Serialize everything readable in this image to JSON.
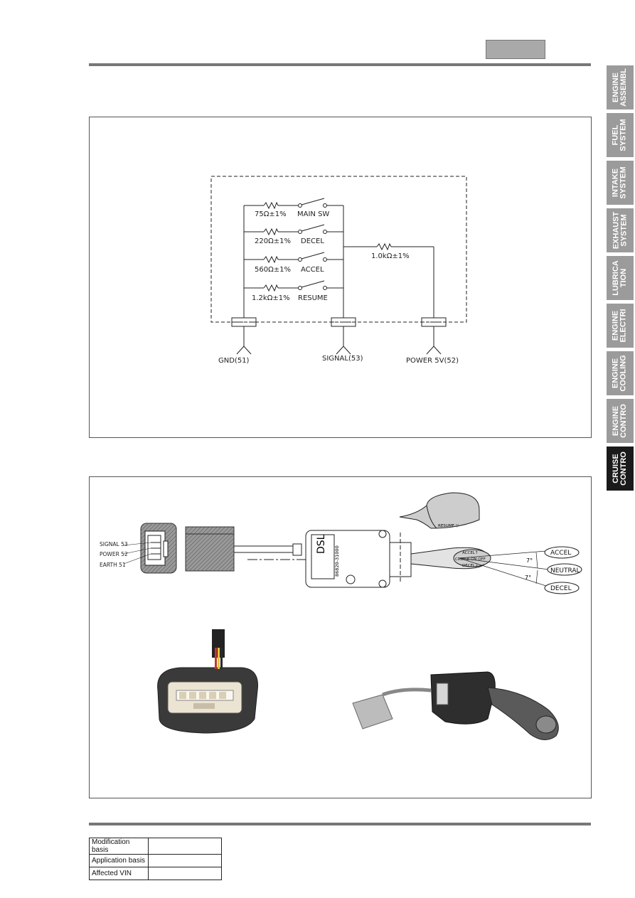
{
  "side_tabs": [
    {
      "label": "ENGINE\nASSEMBL",
      "active": false
    },
    {
      "label": "FUEL\nSYSTEM",
      "active": false
    },
    {
      "label": "INTAKE\nSYSTEM",
      "active": false
    },
    {
      "label": "EXHAUST\nSYSTEM",
      "active": false
    },
    {
      "label": "LUBRICA\nTION",
      "active": false
    },
    {
      "label": "ENGINE\nELECTRI",
      "active": false
    },
    {
      "label": "ENGINE\nCOOLING",
      "active": false
    },
    {
      "label": "ENGINE\nCONTRO",
      "active": false
    },
    {
      "label": "CRUISE\nCONTRO",
      "active": true
    }
  ],
  "circuit": {
    "resistors": [
      "75Ω±1%",
      "220Ω±1%",
      "560Ω±1%",
      "1.2kΩ±1%"
    ],
    "switches": [
      "MAIN SW",
      "DECEL",
      "ACCEL",
      "RESUME"
    ],
    "supply_resistor": "1.0kΩ±1%",
    "terminals": [
      "GND(51)",
      "SIGNAL(53)",
      "POWER 5V(52)"
    ]
  },
  "switch": {
    "pin_labels": [
      "SIGNAL 53",
      "POWER 52",
      "EARTH 51"
    ],
    "lever_positions": [
      "ACCEL",
      "NEUTRAL",
      "DECEL"
    ],
    "lever_text": [
      "ACCEL↑",
      "CRUISE ON·OFF",
      "DECEL↓"
    ],
    "resume_label": "RESUME ▽",
    "body_text": "DSL",
    "part_number": "86820-31000",
    "angle_label": "7°"
  },
  "modification_table": [
    {
      "label": "Modification basis",
      "value": ""
    },
    {
      "label": "Application basis",
      "value": ""
    },
    {
      "label": "Affected VIN",
      "value": ""
    }
  ]
}
